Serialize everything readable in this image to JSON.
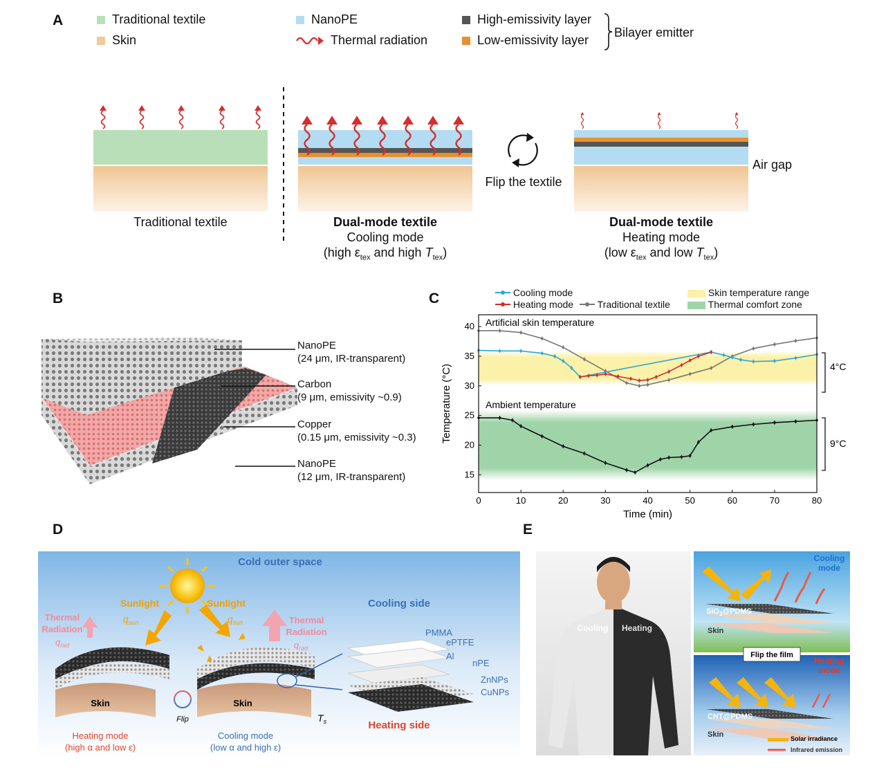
{
  "panel_a": {
    "label": "A",
    "legend": {
      "traditional_textile": "Traditional textile",
      "skin": "Skin",
      "nanope": "NanoPE",
      "thermal_radiation": "Thermal radiation",
      "high_emissivity": "High-emissivity layer",
      "low_emissivity": "Low-emissivity layer",
      "bilayer_emitter": "Bilayer emitter"
    },
    "colors": {
      "textile": "#b9dfb9",
      "skin": "#f2c99a",
      "nanope": "#b3dcf2",
      "high": "#555555",
      "low": "#e7902f",
      "wave": "#d32f2f"
    },
    "traditional_caption": "Traditional textile",
    "cooling": {
      "title": "Dual-mode textile",
      "mode": "Cooling mode",
      "detail_pre": "(high ε",
      "detail_sub1": "tex",
      "detail_mid": " and high ",
      "detail_T": "T",
      "detail_sub2": "tex",
      "detail_post": ")"
    },
    "flip_text": "Flip the textile",
    "heating": {
      "title": "Dual-mode textile",
      "mode": "Heating mode",
      "detail_pre": "(low ε",
      "detail_sub1": "tex",
      "detail_mid": " and low ",
      "detail_T": "T",
      "detail_sub2": "tex",
      "detail_post": ")"
    },
    "air_gap": "Air gap"
  },
  "panel_b": {
    "label": "B",
    "layers": [
      {
        "name": "NanoPE",
        "detail": "(24 μm, IR-transparent)"
      },
      {
        "name": "Carbon",
        "detail": "(9 μm, emissivity ~0.9)"
      },
      {
        "name": "Copper",
        "detail": "(0.15 μm, emissivity ~0.3)"
      },
      {
        "name": "NanoPE",
        "detail": "(12 μm, IR-transparent)"
      }
    ]
  },
  "panel_c": {
    "label": "C",
    "legend": {
      "cooling": "Cooling mode",
      "heating": "Heating mode",
      "traditional": "Traditional textile",
      "skin_range": "Skin temperature range",
      "comfort_zone": "Thermal comfort zone"
    },
    "artificial_skin": "Artificial skin temperature",
    "ambient": "Ambient temperature",
    "span_top": "4°C",
    "span_bottom": "9°C"
  },
  "chart_data": {
    "type": "line",
    "xlabel": "Time (min)",
    "ylabel": "Temperature (°C)",
    "xlim": [
      0,
      80
    ],
    "ylim": [
      12,
      42
    ],
    "xticks": [
      0,
      10,
      20,
      30,
      40,
      50,
      60,
      70,
      80
    ],
    "yticks": [
      15,
      20,
      25,
      30,
      35,
      40
    ],
    "bands": [
      {
        "name": "Skin temperature range",
        "range": [
          30.5,
          35.5
        ],
        "color": "#fbf1a8"
      },
      {
        "name": "Thermal comfort zone",
        "range": [
          15,
          25
        ],
        "color": "#9fd4a8"
      }
    ],
    "series": [
      {
        "name": "Traditional textile",
        "color": "#777777",
        "x": [
          0,
          5,
          10,
          15,
          20,
          25,
          30,
          35,
          38,
          40,
          45,
          50,
          55,
          60,
          65,
          70,
          75,
          80
        ],
        "y": [
          39.3,
          39.3,
          39.0,
          38.0,
          36.5,
          34.5,
          32.5,
          30.5,
          30.0,
          30.2,
          31.0,
          32.0,
          33.0,
          35.0,
          36.3,
          37.0,
          37.6,
          38.1
        ]
      },
      {
        "name": "Cooling mode",
        "color": "#29a8d8",
        "x": [
          0,
          5,
          10,
          15,
          18,
          20,
          22,
          24,
          55,
          58,
          60,
          62,
          65,
          70,
          75,
          80
        ],
        "y": [
          36.0,
          35.9,
          35.9,
          35.5,
          35.0,
          34.2,
          33.0,
          31.5,
          35.7,
          35.2,
          34.8,
          34.4,
          34.1,
          34.2,
          34.7,
          35.3
        ]
      },
      {
        "name": "Heating mode",
        "color": "#d22a2a",
        "x": [
          24,
          26,
          28,
          30,
          33,
          36,
          38,
          40,
          42,
          45,
          48,
          50,
          52,
          55
        ],
        "y": [
          31.5,
          31.7,
          31.8,
          32.0,
          31.6,
          31.2,
          30.9,
          31.0,
          31.5,
          32.4,
          33.5,
          34.3,
          35.0,
          35.7
        ]
      },
      {
        "name": "Ambient temperature",
        "color": "#111111",
        "x": [
          0,
          5,
          8,
          10,
          15,
          20,
          25,
          30,
          35,
          37,
          40,
          43,
          45,
          48,
          50,
          52,
          55,
          60,
          65,
          70,
          75,
          80
        ],
        "y": [
          24.6,
          24.6,
          24.2,
          23.2,
          21.5,
          19.8,
          18.6,
          17.0,
          15.8,
          15.4,
          16.6,
          17.6,
          17.9,
          18.0,
          18.2,
          20.5,
          22.5,
          23.1,
          23.5,
          23.8,
          24.0,
          24.2
        ]
      }
    ]
  },
  "panel_d": {
    "label": "D",
    "cold_space": "Cold outer space",
    "thermal_radiation": "Thermal\nRadiation",
    "q_rad": "q",
    "q_rad_sub": "rad",
    "sunlight": "Sunlight",
    "q_sun": "q",
    "q_sun_sub": "sun",
    "cooling_side": "Cooling side",
    "heating_side": "Heating side",
    "layers": [
      "PMMA",
      "ePTFE",
      "Al",
      "nPE",
      "ZnNPs",
      "CuNPs"
    ],
    "skin": "Skin",
    "flip": "Flip",
    "ts": "T",
    "ts_sub": "s",
    "heating_caption": "Heating mode",
    "heating_detail": "(high α and low ε)",
    "cooling_caption": "Cooling mode",
    "cooling_detail": "(low α and high ε)"
  },
  "panel_e": {
    "label": "E",
    "cooling": "Cooling",
    "heating": "Heating",
    "cooling_mode": "Cooling\nmode",
    "heating_mode": "Heating\nmode",
    "sio2": "SiO",
    "sio2_sub": "2",
    "sio2_rest": "@PDMS",
    "cnt": "CNT@PDMS",
    "skin": "Skin",
    "flip_film": "Flip the film",
    "solar": "Solar irradiance",
    "infrared": "Infrared emission"
  }
}
